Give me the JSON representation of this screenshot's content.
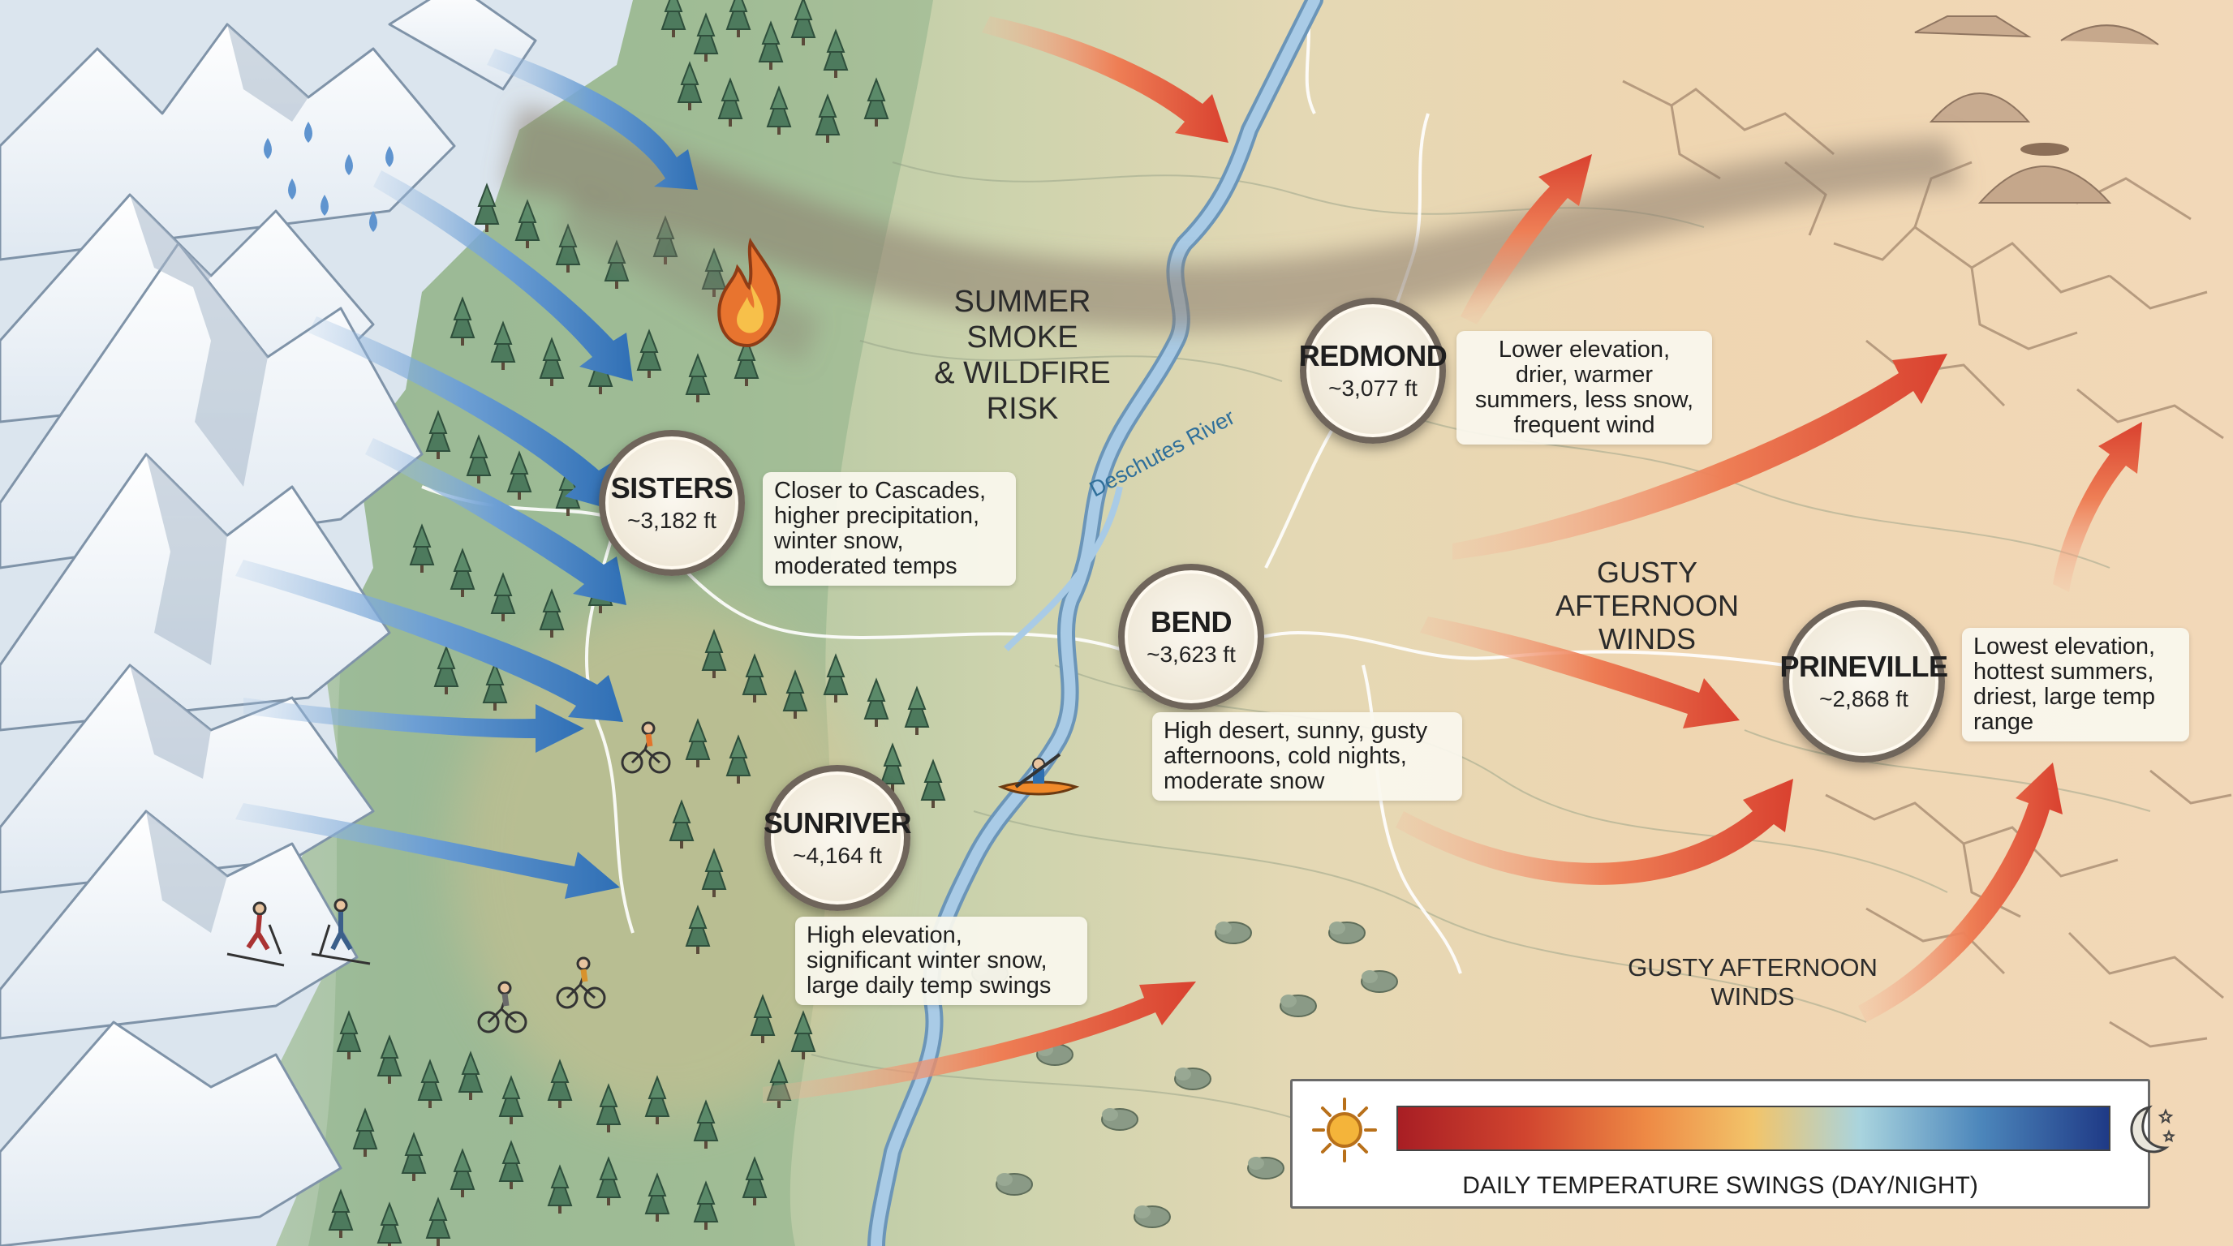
{
  "towns": [
    {
      "id": "sisters",
      "name": "SISTERS",
      "elevation": "~3,182 ft",
      "notes": [
        "Closer to Cascades,",
        "higher precipitation,",
        "winter snow,",
        "moderated temps"
      ]
    },
    {
      "id": "sunriver",
      "name": "SUNRIVER",
      "elevation": "~4,164 ft",
      "notes": [
        "High elevation,",
        "significant winter snow,",
        "large daily temp swings"
      ]
    },
    {
      "id": "bend",
      "name": "BEND",
      "elevation": "~3,623 ft",
      "notes": [
        "High desert, sunny, gusty",
        "afternoons, cold nights,",
        "moderate snow"
      ]
    },
    {
      "id": "redmond",
      "name": "REDMOND",
      "elevation": "~3,077 ft",
      "notes": [
        "Lower elevation,",
        "drier, warmer",
        "summers, less snow,",
        "frequent wind"
      ]
    },
    {
      "id": "prineville",
      "name": "PRINEVILLE",
      "elevation": "~2,868 ft",
      "notes": [
        "Lowest elevation,",
        "hottest summers,",
        "driest, large temp",
        "range"
      ]
    }
  ],
  "labels": {
    "smoke": [
      "SUMMER SMOKE",
      "& WILDFIRE RISK"
    ],
    "gusty_upper": [
      "GUSTY",
      "AFTERNOON",
      "WINDS"
    ],
    "gusty_lower": [
      "GUSTY AFTERNOON",
      "WINDS"
    ],
    "river": "Deschutes River"
  },
  "legend": {
    "label": "DAILY TEMPERATURE SWINGS (DAY/NIGHT)",
    "warm_color": "#a81e24",
    "cool_color": "#1f3a86"
  },
  "icons": [
    "fire-icon",
    "sun-icon",
    "moon-icon",
    "kayaker-icon",
    "cyclist-icon",
    "skier-icon",
    "raindrop-icon"
  ],
  "colors": {
    "moisture_arrow": "#3f7fc0",
    "wind_arrow": "#e2553b",
    "forest": "#4e7a5e",
    "desert": "#efd3ae",
    "snow": "#f2f6fb",
    "river": "#8bb9dc"
  }
}
